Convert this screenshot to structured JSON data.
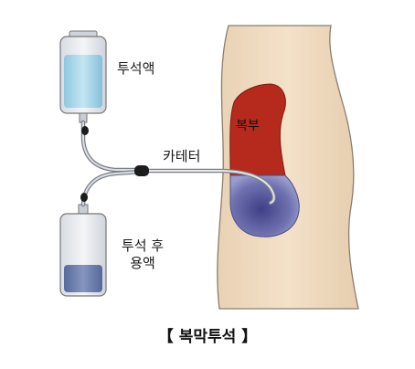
{
  "labels": {
    "dialysis_solution": "투석액",
    "catheter": "카테터",
    "after_line1": "투석 후",
    "after_line2": "용액",
    "abdomen": "복부"
  },
  "caption": "【 복막투석 】",
  "colors": {
    "skin": "#f1dcc0",
    "skin_outline": "#8b7d70",
    "abdomen_red": "#b52a1c",
    "fluid_purple": "#6f72b0",
    "bag_fluid_top": "#a9d7ea",
    "bag_fluid_bottom": "#6d7fae",
    "bag_body": "#e6e8ec"
  },
  "icons": [
    "solution-bag-icon",
    "drain-bag-icon",
    "tube-connector-icon"
  ]
}
